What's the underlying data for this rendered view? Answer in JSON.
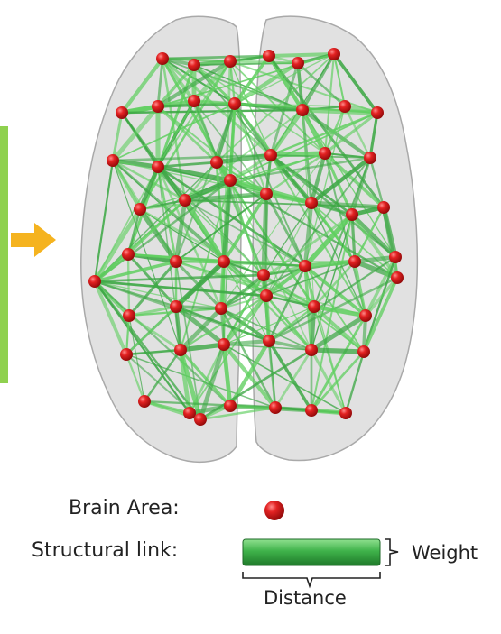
{
  "legend": {
    "brain_area_label": "Brain Area:",
    "structural_link_label": "Structural link:",
    "weight_label": "Weight",
    "distance_label": "Distance"
  },
  "colors": {
    "panel_accent": "#8fd14f",
    "arrow": "#f5b31f",
    "brain_shell": "#c9c9c9",
    "link": "#4fbf4f",
    "node": "#d71b1b"
  }
}
